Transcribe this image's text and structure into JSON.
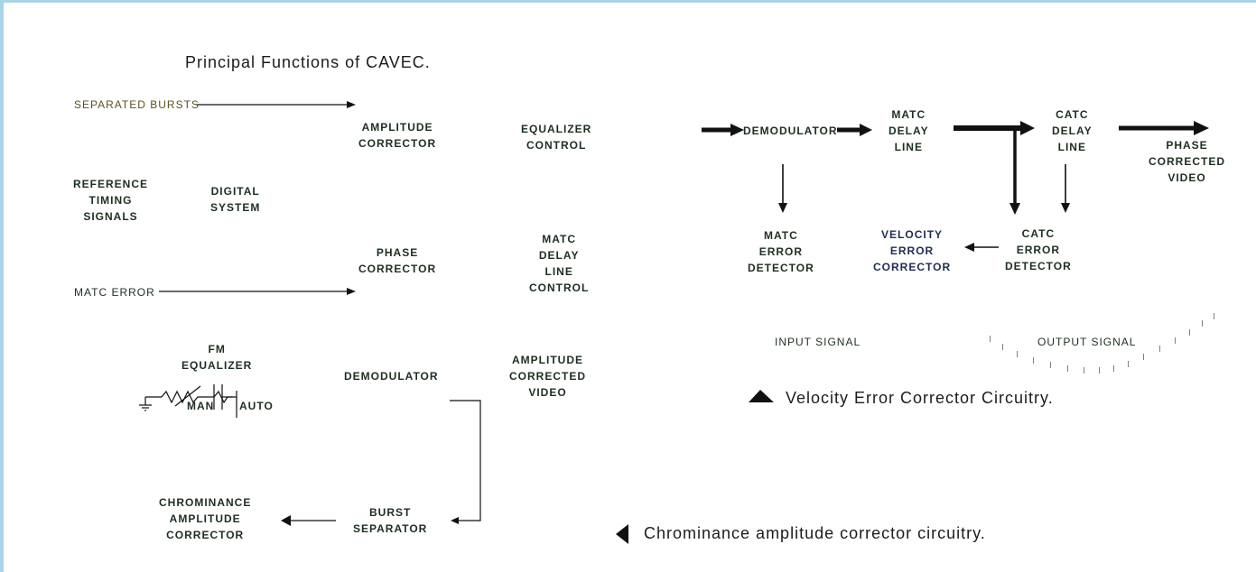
{
  "titles": {
    "principal": "Principal Functions of CAVEC.",
    "velocity_caption": "Velocity Error Corrector Circuitry.",
    "chrominance_caption": "Chrominance amplitude corrector circuitry."
  },
  "cavec": {
    "separated_bursts": "SEPARATED BURSTS",
    "amplitude_corrector": "AMPLITUDE\nCORRECTOR",
    "equalizer_control": "EQUALIZER\nCONTROL",
    "reference_timing": "REFERENCE\nTIMING\nSIGNALS",
    "digital_system": "DIGITAL\nSYSTEM",
    "phase_corrector": "PHASE\nCORRECTOR",
    "matc_delay_control": "MATC\nDELAY\nLINE\nCONTROL",
    "matc_error": "MATC ERROR"
  },
  "chroma": {
    "fm_equalizer": "FM\nEQUALIZER",
    "man": "MAN",
    "auto": "AUTO",
    "demodulator": "DEMODULATOR",
    "amplitude_corrected_video": "AMPLITUDE\nCORRECTED\nVIDEO",
    "chrominance_amplitude_corrector": "CHROMINANCE\nAMPLITUDE\nCORRECTOR",
    "burst_separator": "BURST\nSEPARATOR"
  },
  "velocity": {
    "demodulator": "DEMODULATOR",
    "matc_delay_line": "MATC\nDELAY\nLINE",
    "catc_delay_line": "CATC\nDELAY\nLINE",
    "phase_corrected_video": "PHASE\nCORRECTED\nVIDEO",
    "matc_error_detector": "MATC\nERROR\nDETECTOR",
    "velocity_error_corrector": "VELOCITY\nERROR\nCORRECTOR",
    "catc_error_detector": "CATC\nERROR\nDETECTOR",
    "input_signal": "INPUT SIGNAL",
    "output_signal": "OUTPUT SIGNAL"
  },
  "colors": {
    "frame": "#a9d4ea",
    "ink": "#111111",
    "label": "#222222"
  }
}
